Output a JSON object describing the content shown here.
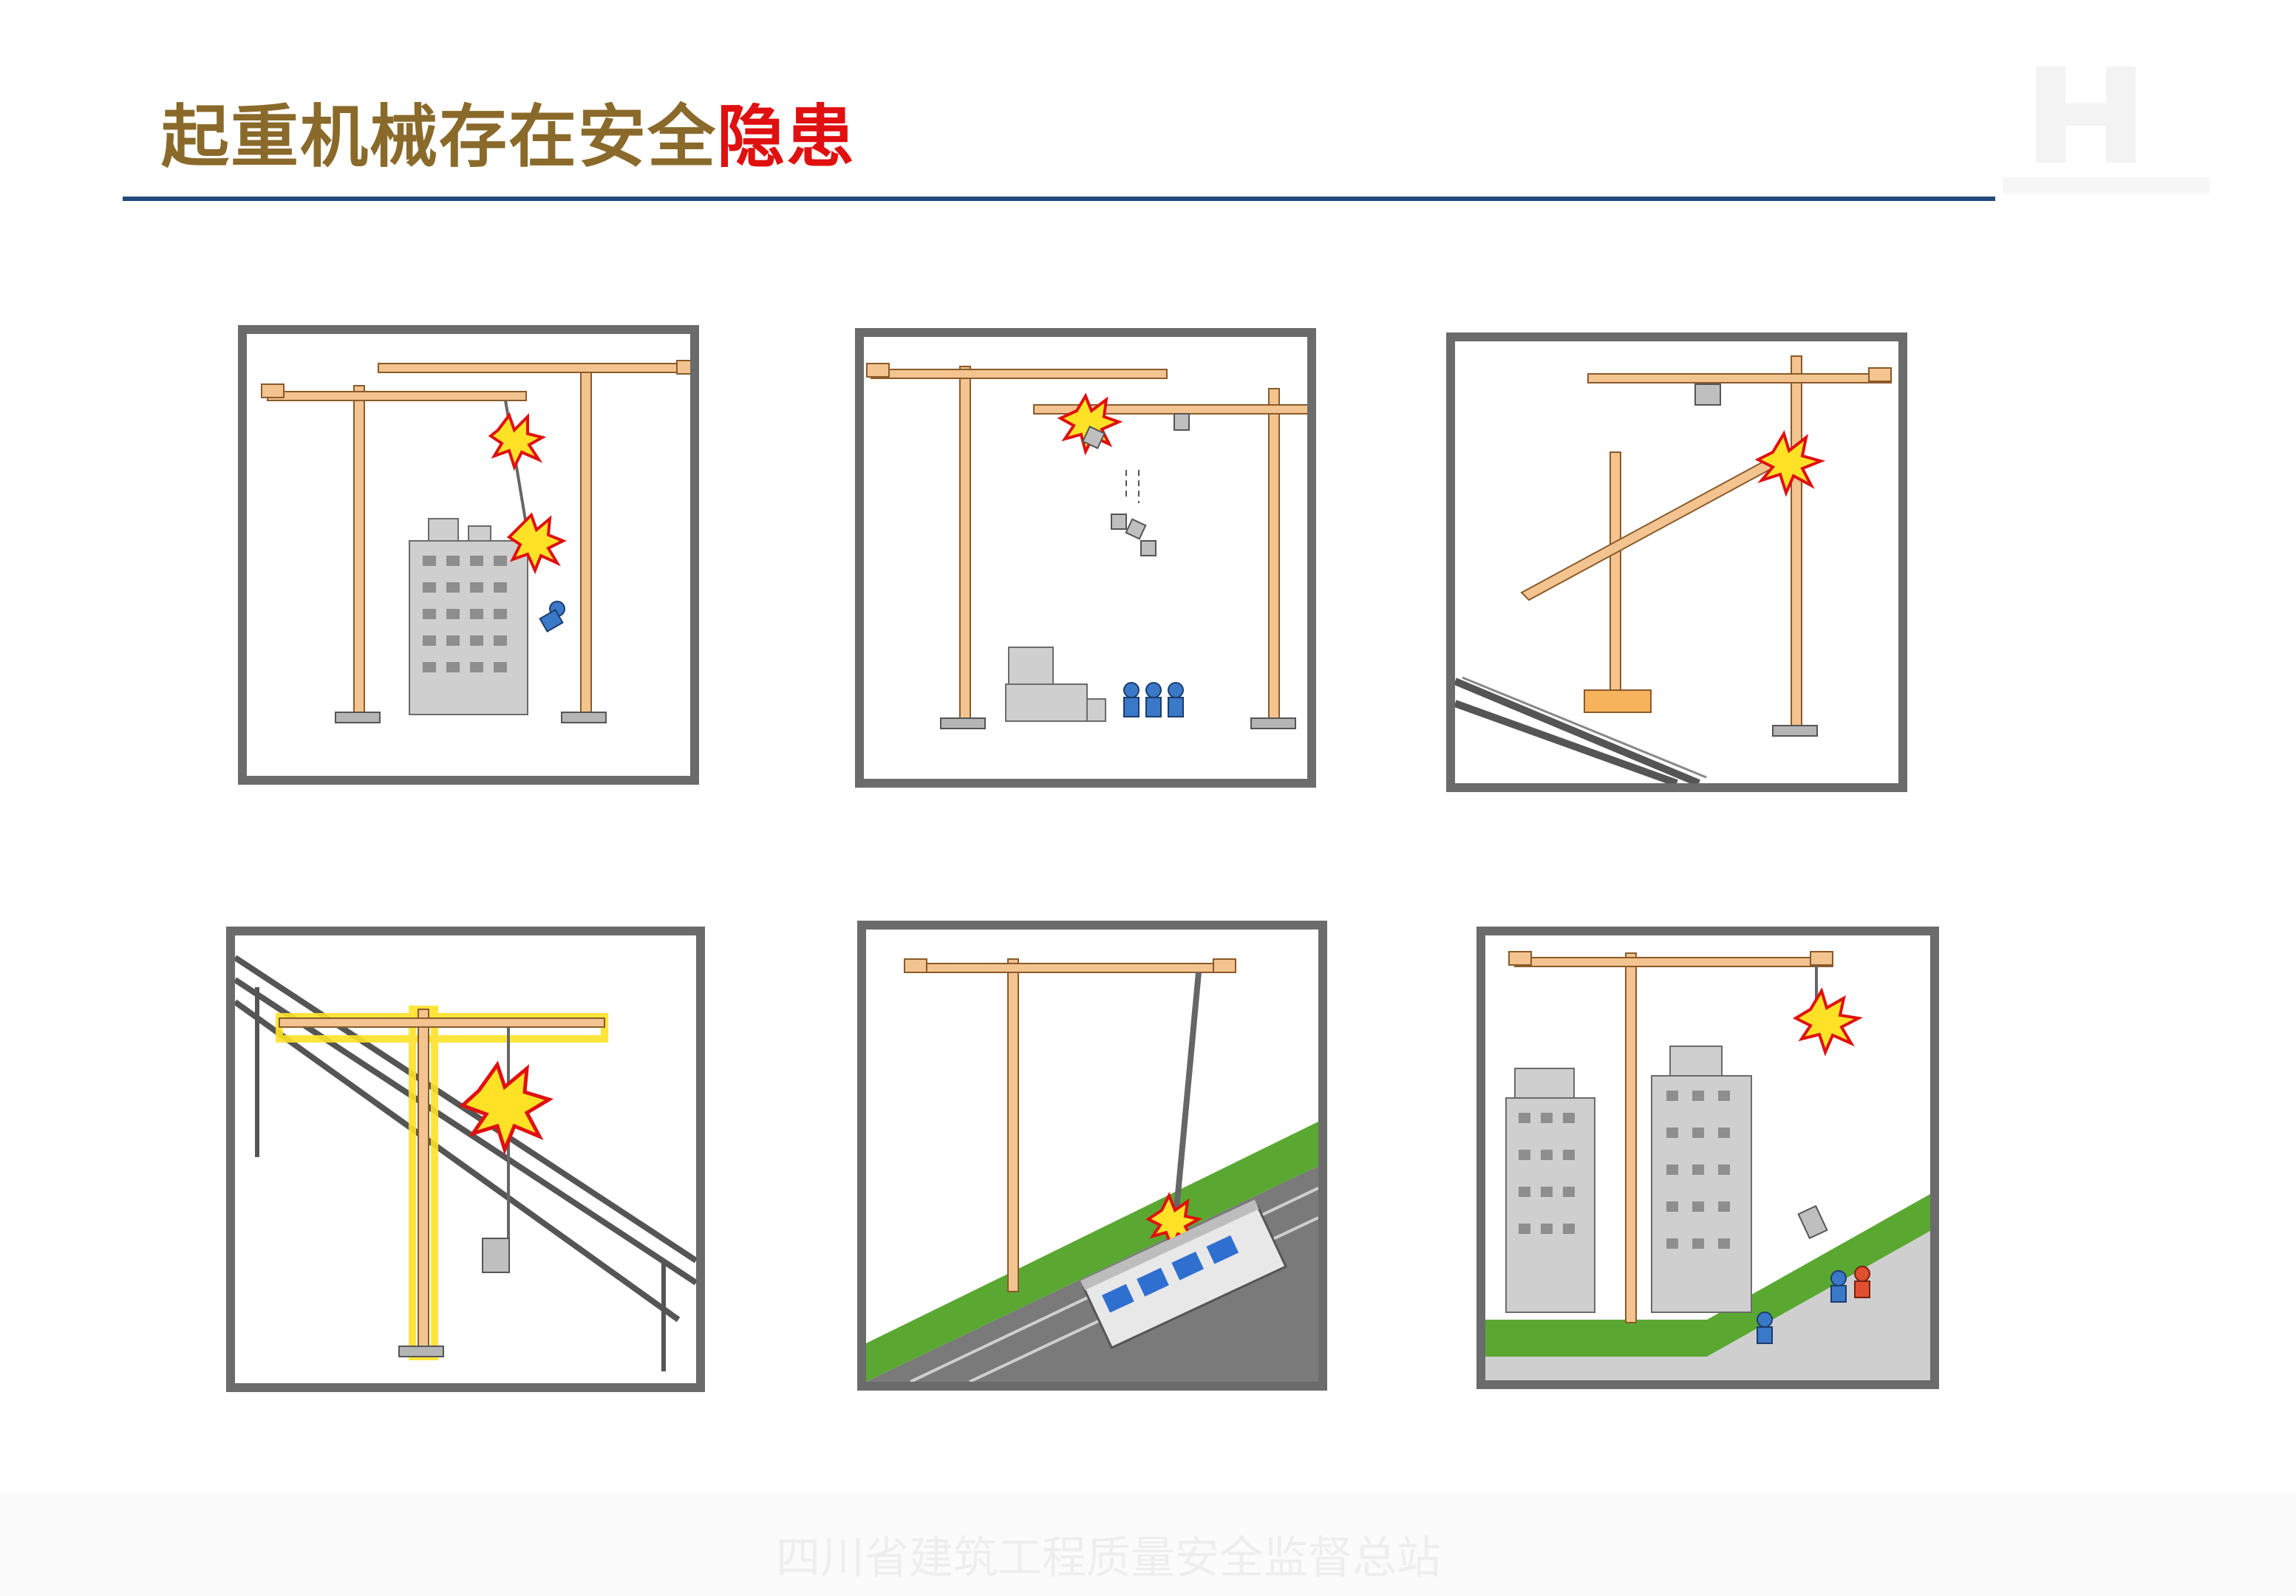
{
  "slide": {
    "title_main": "起重机械存在安全",
    "title_highlight": "隐患",
    "footer_text": "四川省建筑工程质量安全监督总站"
  },
  "colors": {
    "title_brown": "#8a6a2a",
    "title_red": "#e01010",
    "rule_blue": "#22497a",
    "crane": "#f3c48f",
    "frame": "#6b6b6b"
  },
  "panels": [
    {
      "icon": "crane-collision-icon"
    },
    {
      "icon": "falling-load-icon"
    },
    {
      "icon": "crane-boom-strike-icon"
    },
    {
      "icon": "power-line-contact-icon"
    },
    {
      "icon": "railway-hazard-icon"
    },
    {
      "icon": "load-over-public-road-icon"
    }
  ]
}
